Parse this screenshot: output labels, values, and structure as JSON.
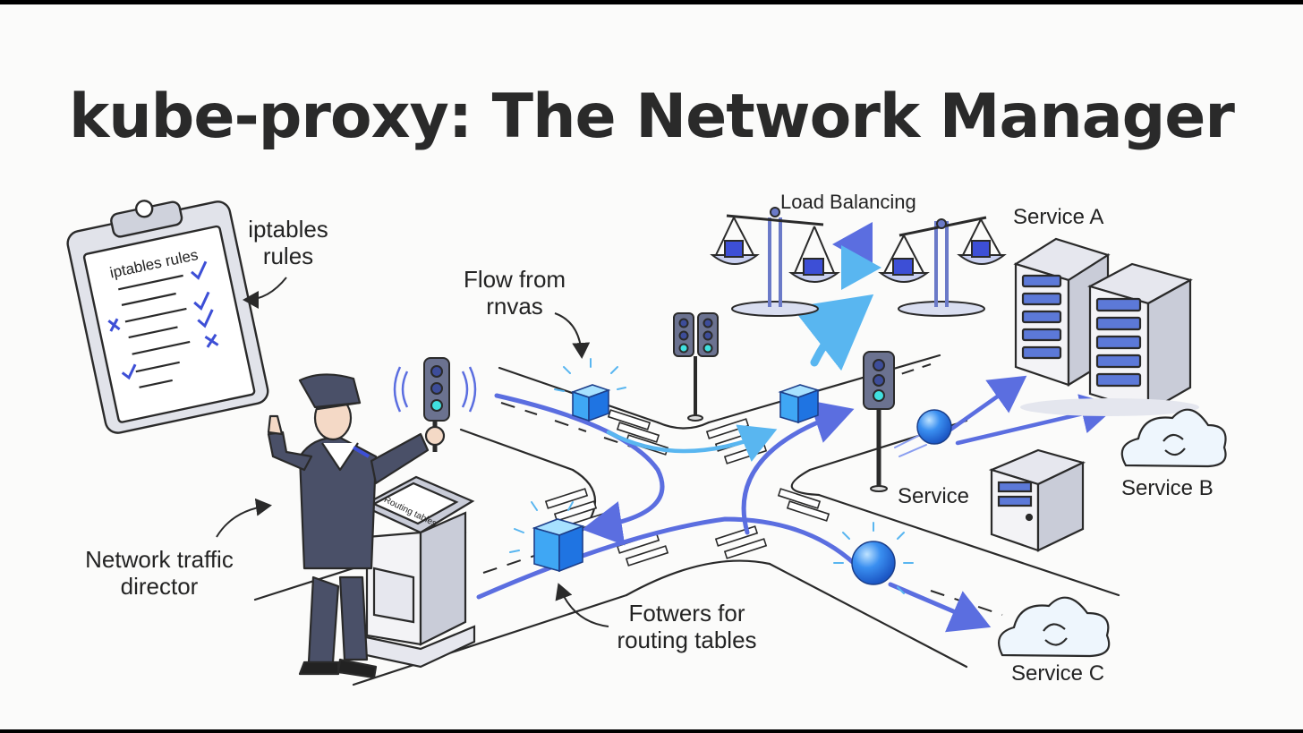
{
  "title": "kube-proxy: The Network Manager",
  "labels": {
    "iptables_callout": "iptables\nrules",
    "clipboard_heading": "iptables rules",
    "flow": "Flow from\nrnvas",
    "load_balancing": "Load Balancing",
    "service_a": "Service A",
    "service_b": "Service B",
    "service_c": "Service C",
    "service": "Service",
    "director": "Network traffic\ndirector",
    "routing_tables_screen": "Routing tables",
    "routing_callout": "Fotwers for\nrouting tables"
  },
  "colors": {
    "ink": "#2a2a2a",
    "accent_blue": "#5b6ee0",
    "light_blue": "#59b6f0",
    "cube_blue": "#2f8fe8",
    "uniform": "#4a5068"
  },
  "icons": [
    "clipboard-icon",
    "traffic-light-icon",
    "balance-scale-icon",
    "server-rack-icon",
    "cloud-icon",
    "data-cube-icon",
    "data-packet-icon",
    "podium-icon",
    "officer-icon"
  ]
}
